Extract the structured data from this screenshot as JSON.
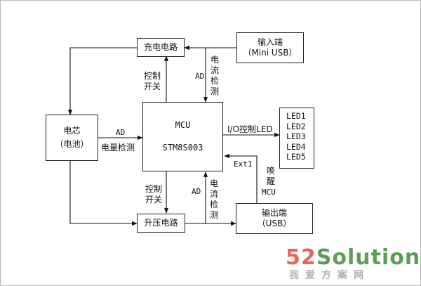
{
  "boxes": {
    "charge_circuit": "充电电路",
    "input_port": [
      "输入端",
      "（Mini USB）"
    ],
    "battery_cell": [
      "电芯",
      "（电池）"
    ],
    "mcu": [
      "MCU",
      "STM8S003"
    ],
    "led_list": [
      "LED1",
      "LED2",
      "LED3",
      "LED4",
      "LED5"
    ],
    "boost_circuit": "升压电路",
    "output_port": [
      "输出端",
      "（USB）"
    ]
  },
  "labels": {
    "control_switch_top": [
      "控制",
      "开关"
    ],
    "ad_top": "AD",
    "current_detect_top": "电流检测",
    "ad_battery": "AD",
    "battery_level_detect": "电量检测",
    "io_control_led": "I/O控制LED",
    "ext1": "Ext1",
    "wake_mcu_cn": "唤醒",
    "wake_mcu_en": "MCU",
    "control_switch_bottom": [
      "控制",
      "开关"
    ],
    "ad_bottom": "AD",
    "current_detect_bottom": "电流检测"
  },
  "watermark": {
    "brand_num": "52",
    "brand_word": "Solution",
    "slogan": "我爱方案网",
    "colors": {
      "num": "#e64a3c",
      "word": "#3d8f3a"
    }
  }
}
